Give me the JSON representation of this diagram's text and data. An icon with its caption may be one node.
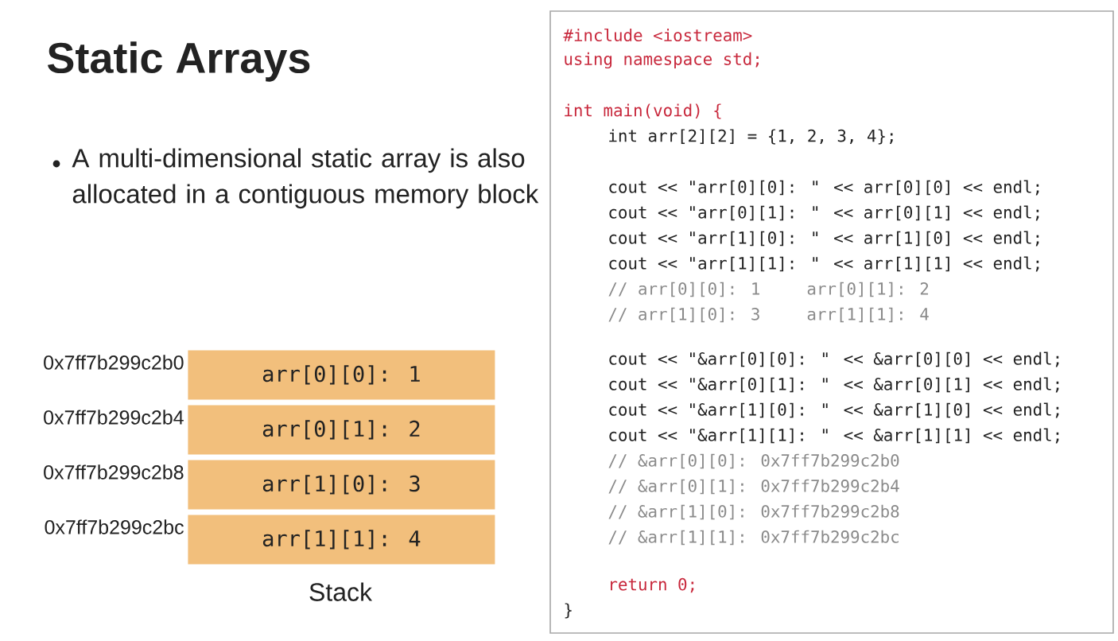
{
  "diagram": {
    "title": "Static Arrays",
    "nodes": [
      {
        "text": [
          "arr[0][0]: 1"
        ],
        "beside": [
          "0x7ff7b299c2b0"
        ]
      },
      {
        "text": [
          "arr[0][1]: 2"
        ],
        "beside": [
          "0x7ff7b299c2b4"
        ]
      },
      {
        "text": [
          "arr[1][0]: 3"
        ],
        "beside": [
          "0x7ff7b299c2b8"
        ]
      },
      {
        "text": [
          "arr[1][1]: 4"
        ],
        "beside": [
          "0x7ff7b299c2bc"
        ]
      }
    ],
    "edges": [],
    "labels": [
      "A multi-dimensional static array is also allocated in a contiguous memory block",
      "Stack",
      "#include <iostream>",
      "using namespace std;",
      "int main(void) {",
      "int arr[2][2] = {1, 2, 3, 4};",
      "cout << \"arr[0][0]: \" << arr[0][0] << endl;",
      "cout << \"arr[0][1]: \" << arr[0][1] << endl;",
      "cout << \"arr[1][0]: \" << arr[1][0] << endl;",
      "cout << \"arr[1][1]: \" << arr[1][1] << endl;",
      "// arr[0][0]: 1",
      "arr[0][1]: 2",
      "// arr[1][0]: 3",
      "arr[1][1]: 4",
      "cout << \"&arr[0][0]: \" << &arr[0][0] << endl;",
      "cout << \"&arr[0][1]: \" << &arr[0][1] << endl;",
      "cout << \"&arr[1][0]: \" << &arr[1][0] << endl;",
      "cout << \"&arr[1][1]: \" << &arr[1][1] << endl;",
      "// &arr[0][0]: 0x7ff7b299c2b0",
      "// &arr[0][1]: 0x7ff7b299c2b4",
      "// &arr[1][0]: 0x7ff7b299c2b8",
      "// &arr[1][1]: 0x7ff7b299c2bc",
      "return 0;",
      "}"
    ]
  }
}
